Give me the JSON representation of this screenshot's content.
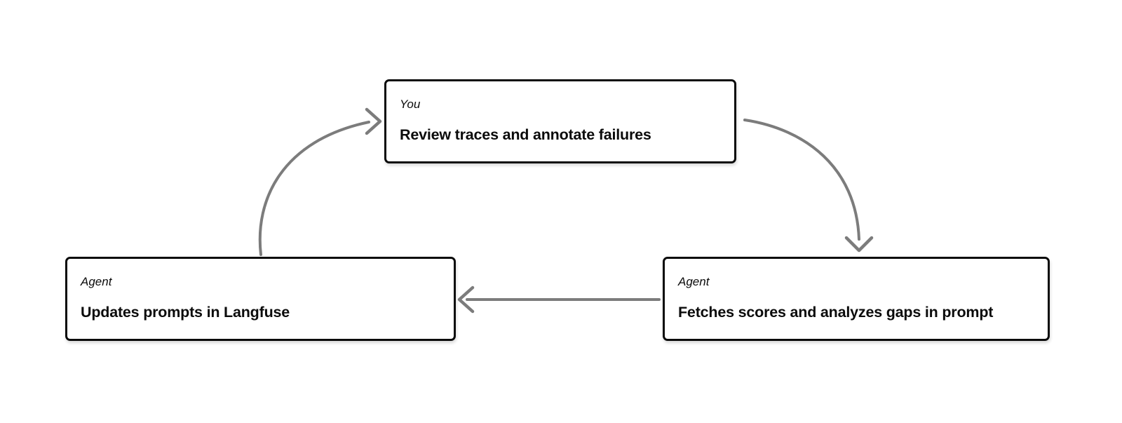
{
  "diagram": {
    "colors": {
      "background": "#ffffff",
      "box_fill": "#ffffff",
      "box_border": "#0b0b0b",
      "text": "#0b0b0b",
      "arrow": "#7c7c7c"
    },
    "nodes": {
      "review": {
        "label": "You",
        "title": "Review traces and annotate failures"
      },
      "fetch": {
        "label": "Agent",
        "title": "Fetches scores and analyzes gaps in prompt"
      },
      "update": {
        "label": "Agent",
        "title": "Updates prompts in Langfuse"
      }
    },
    "edges": [
      {
        "from": "review",
        "to": "fetch",
        "shape": "curve-right-down"
      },
      {
        "from": "fetch",
        "to": "update",
        "shape": "straight-left"
      },
      {
        "from": "update",
        "to": "review",
        "shape": "curve-up-right"
      }
    ]
  }
}
